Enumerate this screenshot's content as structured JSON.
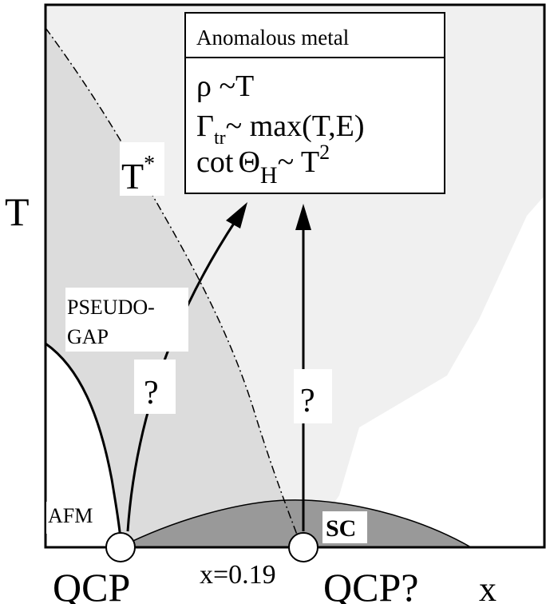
{
  "axes": {
    "y_label": "T",
    "x_label": "x"
  },
  "box": {
    "title": "Anomalous metal",
    "line1": "ρ ~T",
    "line2_gamma": "Γ",
    "line2_sub": "tr",
    "line2_rest": "~ max(T,E)",
    "line3_prefix": "cot",
    "line3_theta": "Θ",
    "line3_sub": "H",
    "line3_rest": "~  T",
    "line3_sup": "2"
  },
  "regions": {
    "tstar_base": "T",
    "tstar_sup": "*",
    "pseudogap_line1": "PSEUDO-",
    "pseudogap_line2": "GAP",
    "afm": "AFM",
    "sc": "SC"
  },
  "questions": {
    "left": "?",
    "right": "?"
  },
  "bottom": {
    "qcp_left": "QCP",
    "x_value": "x=0.19",
    "qcp_right": "QCP?"
  },
  "colors": {
    "light_gray": "#f0f0f0",
    "mid_gray": "#dcdcdc",
    "dark_gray": "#999999",
    "black": "#000000"
  }
}
